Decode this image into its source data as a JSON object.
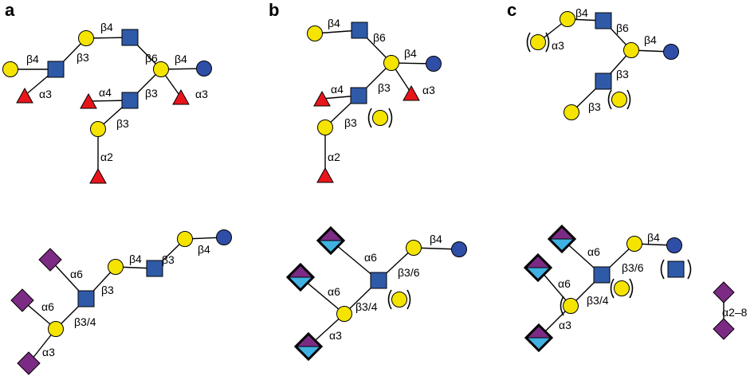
{
  "panels": [
    {
      "letter": "a",
      "structures": [
        {
          "edges": [
            [
              "a1",
              "b"
            ],
            [
              "a2",
              "b"
            ],
            [
              "b",
              "c"
            ],
            [
              "c",
              "d"
            ],
            [
              "d",
              "e"
            ],
            [
              "e",
              "f"
            ],
            [
              "e",
              "g"
            ],
            [
              "g",
              "h"
            ],
            [
              "g",
              "i"
            ],
            [
              "i",
              "j"
            ]
          ],
          "nodes": [
            {
              "id": "a1",
              "type": "galactose"
            },
            {
              "id": "a2",
              "type": "fucose"
            },
            {
              "id": "b",
              "type": "glcnac"
            },
            {
              "id": "c",
              "type": "galactose"
            },
            {
              "id": "d",
              "type": "glcnac"
            },
            {
              "id": "e",
              "type": "galactose"
            },
            {
              "id": "f",
              "type": "glucose"
            },
            {
              "id": "g",
              "type": "glcnac"
            },
            {
              "id": "h",
              "type": "fucose"
            },
            {
              "id": "i",
              "type": "galactose"
            },
            {
              "id": "j",
              "type": "fucose"
            }
          ],
          "labels": [
            "β4",
            "α3",
            "β3",
            "β4",
            "β6",
            "β4",
            "α3",
            "α4",
            "β3",
            "β3",
            "α2"
          ],
          "extra": [
            {
              "id": "e2",
              "type": "fucose"
            }
          ]
        },
        {
          "nodes": [
            {
              "id": "n1",
              "type": "glucose"
            },
            {
              "id": "n2",
              "type": "galactose"
            },
            {
              "id": "n3",
              "type": "glcnac"
            },
            {
              "id": "n4",
              "type": "galactose"
            },
            {
              "id": "n5",
              "type": "glcnac"
            },
            {
              "id": "n6",
              "type": "neuac"
            },
            {
              "id": "n7",
              "type": "galactose"
            },
            {
              "id": "n8",
              "type": "neuac"
            },
            {
              "id": "n9",
              "type": "neuac"
            }
          ],
          "labels": [
            "β4",
            "β3",
            "β4",
            "β3",
            "α6",
            "β3/4",
            "α6",
            "α3"
          ]
        }
      ]
    },
    {
      "letter": "b",
      "structures": [
        {
          "nodes": [
            {
              "id": "m1",
              "type": "galactose"
            },
            {
              "id": "m2",
              "type": "glcnac"
            },
            {
              "id": "m3",
              "type": "galactose"
            },
            {
              "id": "m4",
              "type": "glucose"
            },
            {
              "id": "m5",
              "type": "fucose"
            },
            {
              "id": "m6",
              "type": "glcnac"
            },
            {
              "id": "m7",
              "type": "fucose"
            },
            {
              "id": "m8",
              "type": "galactose"
            },
            {
              "id": "m9",
              "type": "galactose"
            },
            {
              "id": "m10",
              "type": "fucose"
            }
          ],
          "labels": [
            "β4",
            "β6",
            "β4",
            "α3",
            "β3",
            "α4",
            "β3",
            "α2"
          ]
        },
        {
          "nodes": [
            {
              "id": "p1",
              "type": "neuac-neugc"
            },
            {
              "id": "p2",
              "type": "galactose"
            },
            {
              "id": "p3",
              "type": "glucose"
            },
            {
              "id": "p4",
              "type": "glcnac"
            },
            {
              "id": "p5",
              "type": "neuac-neugc"
            },
            {
              "id": "p6",
              "type": "galactose"
            },
            {
              "id": "p7",
              "type": "galactose"
            },
            {
              "id": "p8",
              "type": "neuac-neugc"
            }
          ],
          "labels": [
            "α6",
            "β4",
            "β3/6",
            "α6",
            "β3/4",
            "α3"
          ]
        }
      ]
    },
    {
      "letter": "c",
      "structures": [
        {
          "nodes": [
            {
              "id": "q1",
              "type": "galactose"
            },
            {
              "id": "q2",
              "type": "galactose"
            },
            {
              "id": "q3",
              "type": "glcnac"
            },
            {
              "id": "q4",
              "type": "galactose"
            },
            {
              "id": "q5",
              "type": "glucose"
            },
            {
              "id": "q6",
              "type": "glcnac"
            },
            {
              "id": "q7",
              "type": "galactose"
            },
            {
              "id": "q8",
              "type": "galactose"
            }
          ],
          "labels": [
            "β4",
            "α3",
            "β6",
            "β4",
            "β3",
            "β3"
          ]
        },
        {
          "nodes": [
            {
              "id": "r1",
              "type": "neuac-neugc"
            },
            {
              "id": "r2",
              "type": "galactose"
            },
            {
              "id": "r3",
              "type": "glucose"
            },
            {
              "id": "r4",
              "type": "glcnac"
            },
            {
              "id": "r5",
              "type": "glcnac"
            },
            {
              "id": "r6",
              "type": "neuac-neugc"
            },
            {
              "id": "r7",
              "type": "galactose"
            },
            {
              "id": "r8",
              "type": "galactose"
            },
            {
              "id": "r9",
              "type": "neuac-neugc"
            },
            {
              "id": "r10",
              "type": "neuac"
            },
            {
              "id": "r11",
              "type": "neuac"
            }
          ],
          "labels": [
            "α6",
            "β4",
            "β3/6",
            "α6",
            "β3/4",
            "α3",
            "α2–8"
          ]
        }
      ]
    }
  ],
  "colors": {
    "galactose": "#f5e400",
    "glcnac": "#2f5aa8",
    "glucose": "#2f4ea8",
    "fucose": "#e8161b",
    "neuac": "#7b2b84",
    "neugc": "#3fb2e2",
    "line": "#000000"
  },
  "icon_names": [
    "galactose-circle-icon",
    "glcnac-square-icon",
    "glucose-circle-icon",
    "fucose-triangle-icon",
    "neuac-diamond-icon",
    "neuac-neugc-diamond-icon"
  ]
}
